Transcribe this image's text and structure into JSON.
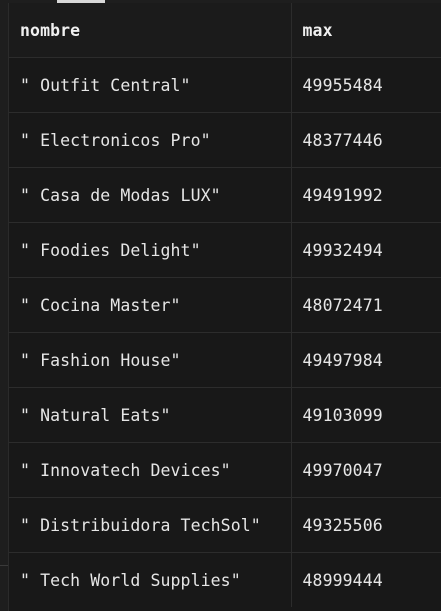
{
  "table": {
    "columns": [
      "nombre",
      "max"
    ],
    "rows": [
      [
        "\" Outfit Central\"",
        "49955484"
      ],
      [
        "\" Electronicos Pro\"",
        "48377446"
      ],
      [
        "\" Casa de Modas LUX\"",
        "49491992"
      ],
      [
        "\" Foodies Delight\"",
        "49932494"
      ],
      [
        "\" Cocina Master\"",
        "48072471"
      ],
      [
        "\" Fashion House\"",
        "49497984"
      ],
      [
        "\" Natural Eats\"",
        "49103099"
      ],
      [
        "\" Innovatech Devices\"",
        "49970047"
      ],
      [
        "\" Distribuidora TechSol\"",
        "49325506"
      ],
      [
        "\" Tech World Supplies\"",
        "48999444"
      ]
    ]
  },
  "colors": {
    "background": "#1e1e1e",
    "grid_background": "#181818",
    "border": "#2c2c2c",
    "text": "#e6e6e6"
  }
}
